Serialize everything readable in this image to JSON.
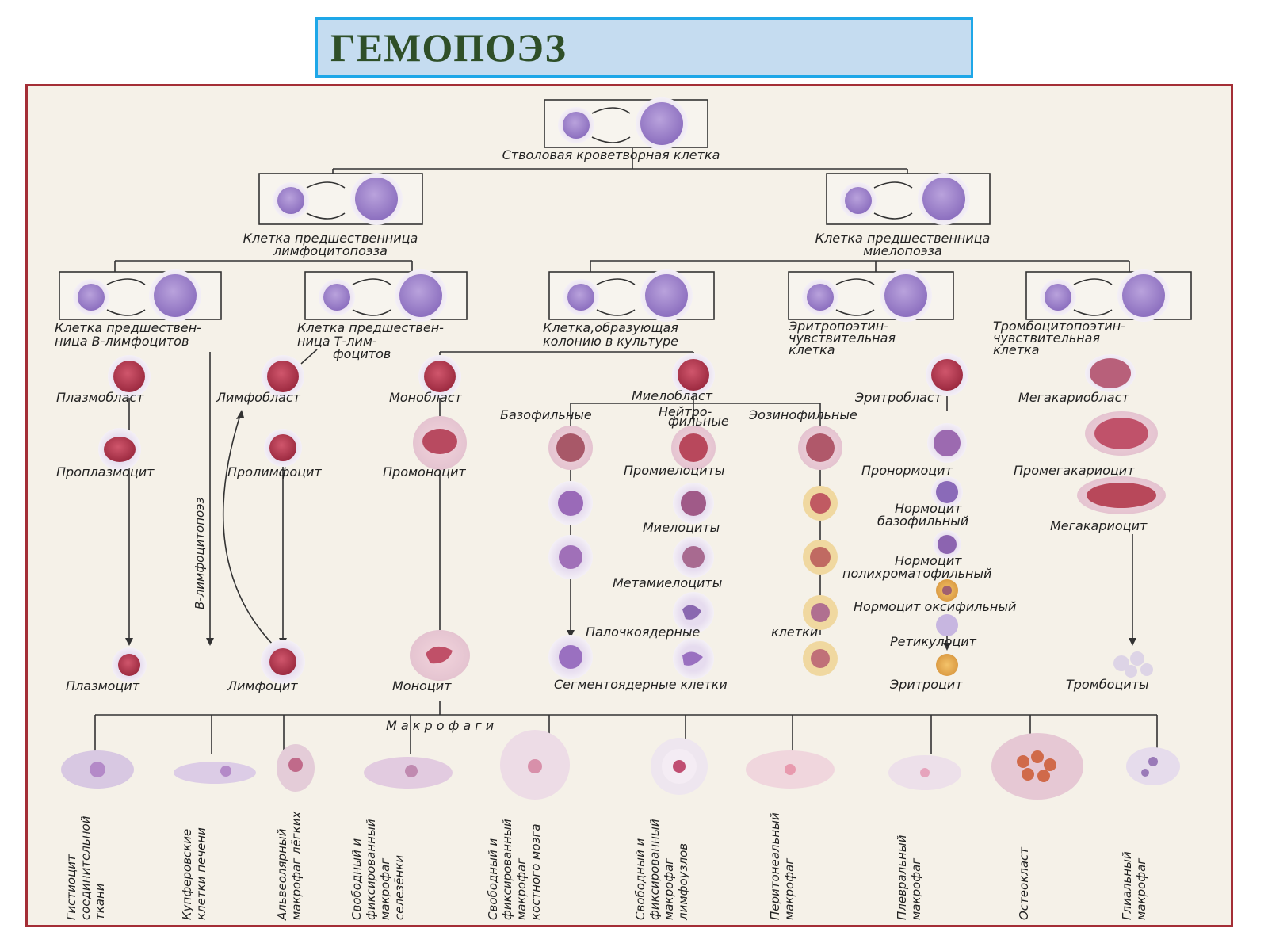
{
  "title": "ГЕМОПОЭЗ",
  "colors": {
    "title_border": "#1ea7e8",
    "title_bg": "#c5dcf0",
    "title_text": "#2f4f28",
    "frame_border": "#a42e36",
    "cell_purple": "#9a7fc6",
    "cell_red": "#b83a52"
  },
  "labels": {
    "stem": "Стволовая кроветворная клетка",
    "lympho_prog_1": "Клетка предшественница",
    "lympho_prog_2": "лимфоцитопоэза",
    "myelo_prog_1": "Клетка предшественница",
    "myelo_prog_2": "миелопоэза",
    "b_prog_1": "Клетка предшествен-",
    "b_prog_2": "ница В-лимфоцитов",
    "t_prog_1": "Клетка предшествен-",
    "t_prog_2": "ница Т-лим-",
    "t_prog_3": "фоцитов",
    "cfu_1": "Клетка,образующая",
    "cfu_2": "колонию в культуре",
    "ery_sens_1": "Эритропоэтин-",
    "ery_sens_2": "чувствительная",
    "ery_sens_3": "клетка",
    "thr_sens_1": "Тромбоцитопоэтин-",
    "thr_sens_2": "чувствительная",
    "thr_sens_3": "клетка",
    "plasmoblast": "Плазмобласт",
    "lymphoblast": "Лимфобласт",
    "monoblast": "Монобласт",
    "myeloblast": "Миелобласт",
    "erythroblast": "Эритробласт",
    "megakaryoblast": "Мегакариобласт",
    "basophilic": "Базофильные",
    "neutro_1": "Нейтро-",
    "neutro_2": "фильные",
    "eosinophilic": "Эозинофильные",
    "proplasmocyte": "Проплазмоцит",
    "prolymphocyte": "Пролимфоцит",
    "promonocyte": "Промоноцит",
    "promyelocytes": "Промиелоциты",
    "pronormocyte": "Пронормоцит",
    "promegakaryocyte": "Промегакариоцит",
    "myelocytes": "Миелоциты",
    "normo_baso_1": "Нормоцит",
    "normo_baso_2": "базофильный",
    "megakaryocyte": "Мегакариоцит",
    "normo_poly_1": "Нормоцит",
    "normo_poly_2": "полихроматофильный",
    "metamyelocytes": "Метамиелоциты",
    "normo_oxy": "Нормоцит оксифильный",
    "band": "Палочкоядерные",
    "cells_1": "клетки",
    "reticulocyte": "Ретикулоцит",
    "b_lymphopoiesis": "В-лимфоцитопоэз",
    "plasmocyte": "Плазмоцит",
    "lymphocyte": "Лимфоцит",
    "monocyte": "Моноцит",
    "segmented": "Сегментоядерные клетки",
    "erythrocyte": "Эритроцит",
    "thrombocytes": "Тромбоциты",
    "macrophages": "М а к р о ф а г и"
  },
  "macrophages": [
    {
      "l1": "Гистиоцит",
      "l2": "соединительной",
      "l3": "ткани"
    },
    {
      "l1": "Купферовские",
      "l2": "клетки печени",
      "l3": ""
    },
    {
      "l1": "Альвеолярный",
      "l2": "макрофаг лёгких",
      "l3": ""
    },
    {
      "l1": "Свободный и",
      "l2": "фиксированный",
      "l3": "макрофаг",
      "l4": "селезёнки"
    },
    {
      "l1": "Свободный и",
      "l2": "фиксированный",
      "l3": "макрофаг",
      "l4": "костного мозга"
    },
    {
      "l1": "Свободный и",
      "l2": "фиксированный",
      "l3": "макрофаг",
      "l4": "лимфоузлов"
    },
    {
      "l1": "Перитонеальный",
      "l2": "макрофаг",
      "l3": ""
    },
    {
      "l1": "Плевральный",
      "l2": "макрофаг",
      "l3": ""
    },
    {
      "l1": "Остеокласт",
      "l2": "",
      "l3": ""
    },
    {
      "l1": "Глиальный",
      "l2": "макрофаг",
      "l3": ""
    }
  ]
}
